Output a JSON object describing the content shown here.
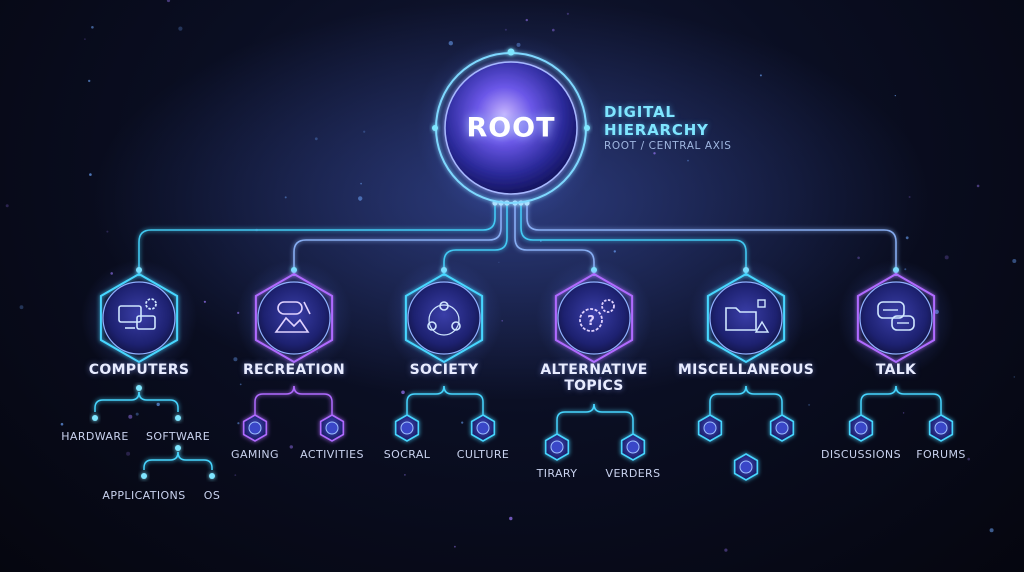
{
  "colors": {
    "cyan": "#46d6ff",
    "violet": "#b06bff",
    "node_fill": "#1b1f5a",
    "text": "#e8ecff"
  },
  "root": {
    "label": "ROOT"
  },
  "title": {
    "main": "DIGITAL HIERARCHY",
    "sub": "ROOT / CENTRAL AXIS"
  },
  "categories": [
    {
      "label": "COMPUTERS",
      "icon": "computer-gear-icon",
      "children": [
        "HARDWARE",
        "SOFTWARE"
      ],
      "grandchildren": [
        "APPLICATIONS",
        "OS"
      ]
    },
    {
      "label": "RECREATION",
      "icon": "gamepad-mountain-icon",
      "children": [
        "GAMING",
        "ACTIVITIES"
      ]
    },
    {
      "label": "SOCIETY",
      "icon": "people-network-icon",
      "children": [
        "SOCRAL",
        "CULTURE"
      ]
    },
    {
      "label": "ALTERNATIVE TOPICS",
      "icon": "question-gears-icon",
      "children": [
        "TIRARY",
        "VERDERS"
      ]
    },
    {
      "label": "MISCELLANEOUS",
      "icon": "folder-shapes-icon",
      "children": [
        "",
        "",
        ""
      ]
    },
    {
      "label": "TALK",
      "icon": "chat-bubbles-icon",
      "children": [
        "DISCUSSIONS",
        "FORUMS"
      ]
    }
  ]
}
